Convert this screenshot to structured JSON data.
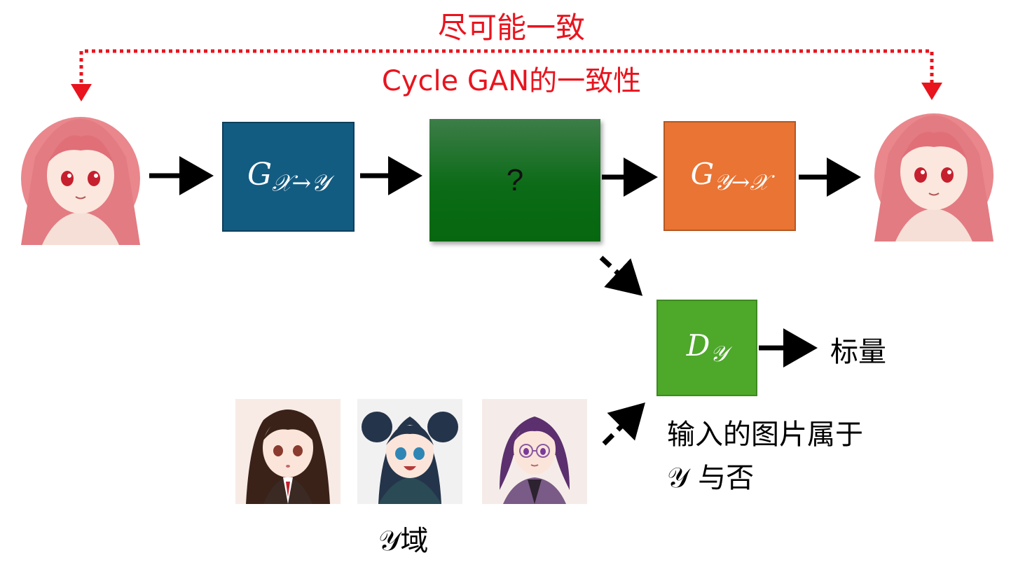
{
  "header": {
    "consistency_label": "尽可能一致",
    "cyclegan_label": "Cycle GAN的一致性"
  },
  "boxes": {
    "generator_xy": {
      "base": "G",
      "subscript": "𝒳→𝒴"
    },
    "unknown": {
      "label": "?"
    },
    "generator_yx": {
      "base": "G",
      "subscript": "𝒴→𝒳"
    },
    "discriminator": {
      "base": "D",
      "subscript": "𝒴"
    }
  },
  "outputs": {
    "scalar_label": "标量",
    "belongs_line1": "输入的图片属于",
    "belongs_line2": "𝒴 与否",
    "y_domain_label": "𝒴域"
  },
  "images": {
    "input_portrait": "pink-haired-anime-girl",
    "reconstructed_portrait": "pink-haired-anime-girl",
    "domain_samples": [
      "brown-haired-anime-girl",
      "blue-pigtail-anime-girl",
      "purple-haired-anime-girl-glasses"
    ]
  },
  "colors": {
    "generator_xy": "#125c82",
    "unknown": "#0b6b16",
    "generator_yx": "#ea7433",
    "discriminator": "#4ea82a",
    "consistency": "#e8141e"
  }
}
